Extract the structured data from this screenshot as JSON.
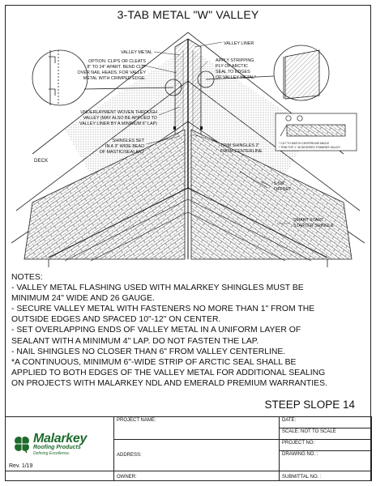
{
  "title": "3-TAB METAL \"W\" VALLEY",
  "labels": {
    "valley_liner": "VALLEY LINER",
    "valley_metal": "VALLEY METAL",
    "option_clips": [
      "OPTION: CLIPS OR CLEATS",
      "8\" TO 24\" APART. BEND CLIP",
      "OVER NAIL HEADS. FOR VALLEY",
      "METAL WITH CRIMPED EDGE."
    ],
    "apply_stripping": [
      "APPLY STRIPPING",
      "PLY OF ARCTIC",
      "SEAL TO EDGES",
      "OF VALLEY METAL*"
    ],
    "underlayment": [
      "UNDERLAYMENT WOVEN THROUGH",
      "VALLEY (MAY ALSO BE APPLIED TO",
      "VALLEY LINER BY A MINIMUM 6\" LAP)"
    ],
    "shingles_set": [
      "SHINGLES SET",
      "IN A 3\" WIDE BEAD",
      "OF MASTIC/SEALANT"
    ],
    "trim_shingles": [
      "TRIM SHINGLES 2\"",
      "FROM CENTERLINE"
    ],
    "cut_note_1": "* CUT TO MATCH CENTERLINE ANGLE",
    "cut_note_2": "* TRIM TOP 1\" 45 DEGREES TOWARDS VALLEY",
    "deck": "DECK",
    "offset": [
      "5-5/8\"",
      "OFFSET"
    ],
    "smart_start": [
      "SMART START",
      "STARTER SHINGLE"
    ]
  },
  "notes_heading": "NOTES:",
  "notes": [
    "- VALLEY METAL FLASHING USED WITH MALARKEY SHINGLES MUST BE",
    "MINIMUM 24\" WIDE AND 26 GAUGE.",
    "- SECURE VALLEY METAL WITH FASTENERS NO MORE THAN 1\" FROM THE",
    "OUTSIDE EDGES AND SPACED 10\"-12\" ON CENTER.",
    "- SET OVERLAPPING ENDS OF VALLEY METAL IN A UNIFORM LAYER OF",
    "SEALANT WITH A MINIMUM 4\" LAP. DO NOT FASTEN THE LAP.",
    "- NAIL SHINGLES NO CLOSER THAN 6\" FROM VALLEY CENTERLINE.",
    "*A CONTINUOUS, MINIMUM 6\"-WIDE STRIP OF ARCTIC SEAL SHALL BE",
    "APPLIED TO BOTH EDGES OF THE VALLEY METAL FOR ADDITIONAL SEALING",
    "ON PROJECTS WITH MALARKEY NDL AND EMERALD PREMIUM WARRANTIES."
  ],
  "sheet_id": "STEEP SLOPE 14",
  "title_block": {
    "project_name": "PROJECT NAME:",
    "address": "ADDRESS:",
    "owner": "OWNER:",
    "date": "DATE:",
    "scale": "SCALE:  NOT TO SCALE",
    "project_no": "PROJECT NO:",
    "drawing_no": "DRAWING NO. :",
    "submittal_no": "SUBMITTAL NO. :"
  },
  "logo": {
    "name": "Malarkey",
    "sub": "Roofing Products",
    "tagline": "Defining Excellence.",
    "brand_color": "#1e6b2d"
  },
  "revision": "Rev. 1/19"
}
